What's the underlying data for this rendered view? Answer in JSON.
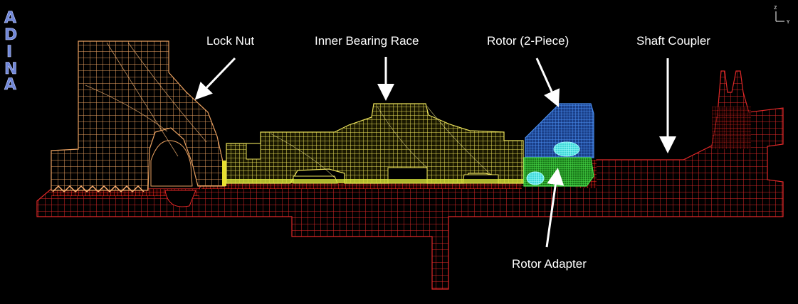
{
  "logo": {
    "text": "ADINA",
    "letters": [
      "A",
      "D",
      "I",
      "N",
      "A"
    ]
  },
  "axes": {
    "z_label": "Z",
    "y_label": "Y"
  },
  "labels": {
    "lock_nut": "Lock Nut",
    "inner_bearing_race": "Inner Bearing Race",
    "rotor": "Rotor (2-Piece)",
    "shaft_coupler": "Shaft Coupler",
    "rotor_adapter": "Rotor Adapter"
  },
  "colors": {
    "background": "#000000",
    "shaft": "#e02828",
    "lock_nut": "#e8a060",
    "bearing_race": "#e9e05a",
    "rotor_blue": "#3a7ee8",
    "rotor_adapter": "#3ccf3c",
    "contact_cyan": "#5ff0f0",
    "logo": "#6f86d8"
  }
}
